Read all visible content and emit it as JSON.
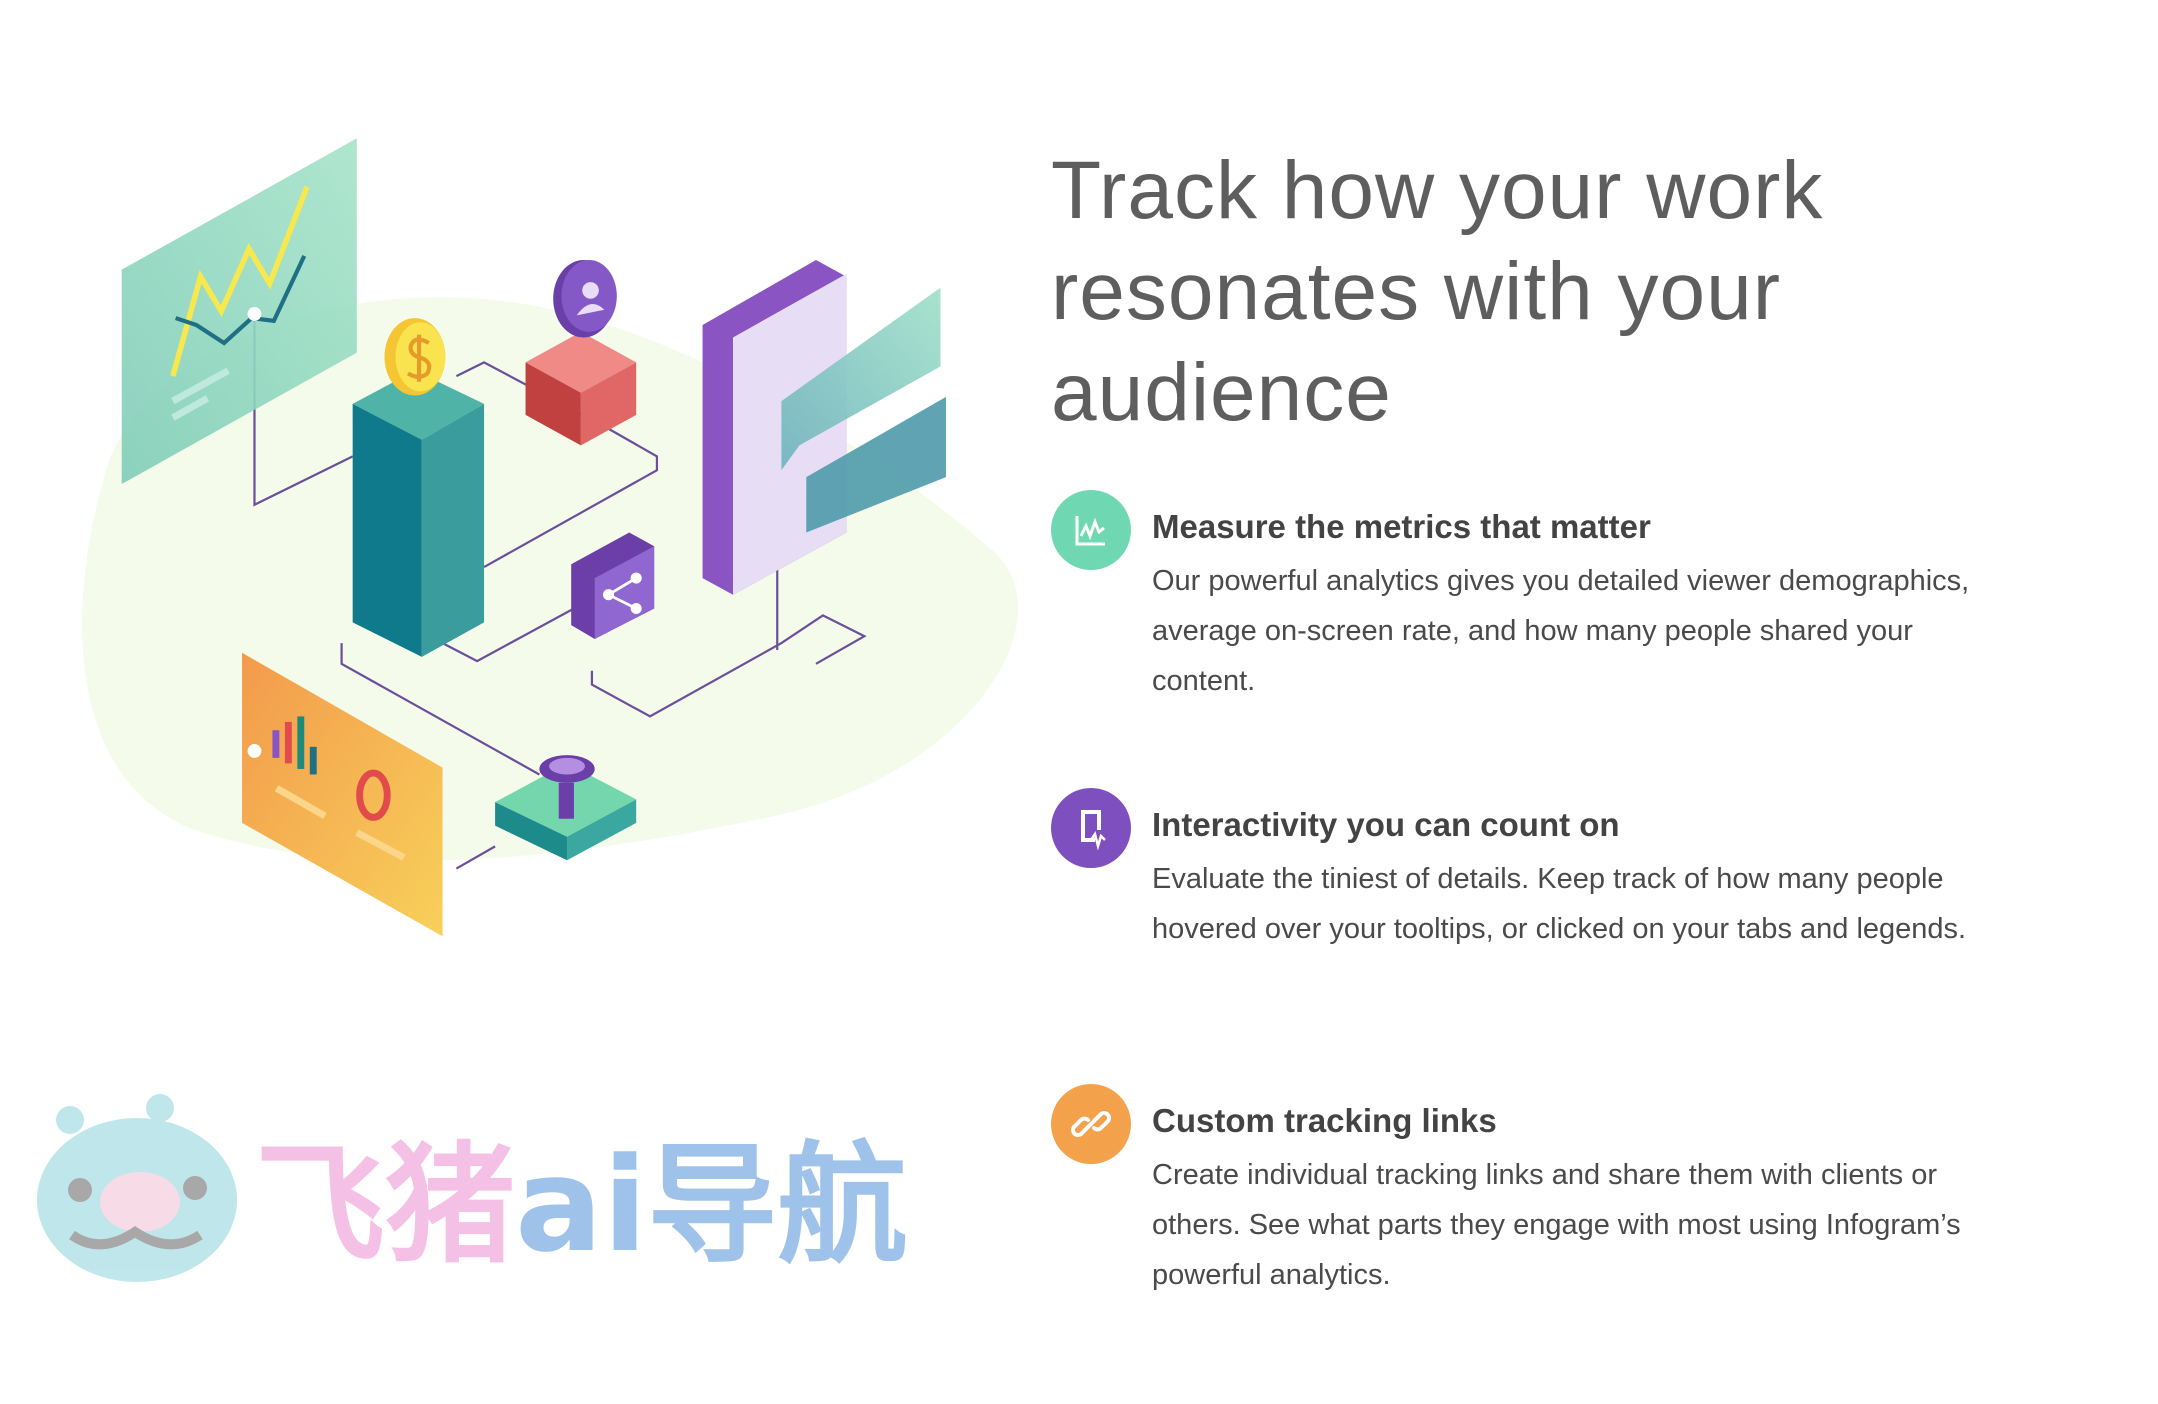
{
  "title": "Track how your work resonates with your audience",
  "features": [
    {
      "icon": "chart-line-icon",
      "color": "#6fd8b3",
      "heading": "Measure the metrics that matter",
      "body": "Our powerful analytics gives you detailed viewer demographics, average on-screen rate, and how many people shared your content."
    },
    {
      "icon": "mobile-pulse-icon",
      "color": "#7e4fbe",
      "heading": "Interactivity you can count on",
      "body": "Evaluate the tiniest of details. Keep track of how many people hovered over your tooltips, or clicked on your tabs and legends."
    },
    {
      "icon": "link-icon",
      "color": "#f4a14c",
      "heading": "Custom tracking links",
      "body": "Create individual tracking links and share them with clients or others. See what parts they engage with most using Infogram’s powerful analytics."
    }
  ],
  "watermark": {
    "text": "飞猪ai导航"
  }
}
